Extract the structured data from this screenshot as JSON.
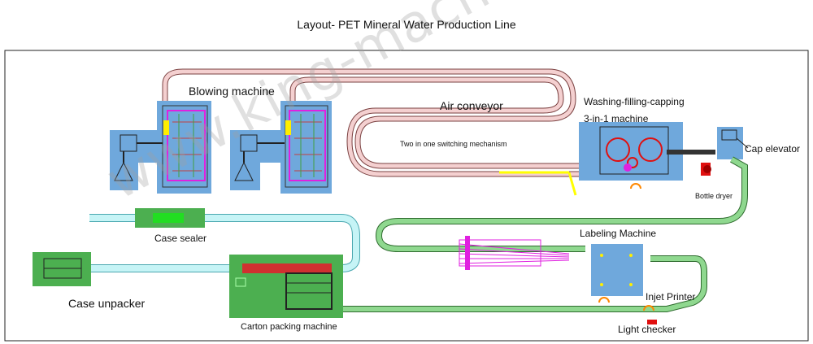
{
  "diagram": {
    "title": "Layout- PET Mineral Water Production Line",
    "labels": {
      "blowing_machine": "Blowing machine",
      "air_conveyor": "Air conveyor",
      "washing_line1": "Washing-filling-capping",
      "washing_line2": "3-in-1 machine",
      "switching": "Two in one switching mechanism",
      "cap_elevator": "Cap elevator",
      "bottle_dryer": "Bottle dryer",
      "case_sealer": "Case sealer",
      "labeling_machine": "Labeling Machine",
      "case_unpacker": "Case unpacker",
      "injet_printer": "Injet Printer",
      "carton_packing": "Carton packing machine",
      "light_checker": "Light checker"
    },
    "watermark": "www.king-machine.com"
  },
  "colors": {
    "machine_zone": "#6fa8dc",
    "green_zone": "#4caf50",
    "bottle_conveyor": "#8fd88f",
    "case_conveyor": "#a8ecf0",
    "air_conveyor": "#f4d0d0",
    "magenta": "#e020e0",
    "red": "#e01010",
    "yellow": "#ffff00",
    "orange": "#ff8800"
  }
}
